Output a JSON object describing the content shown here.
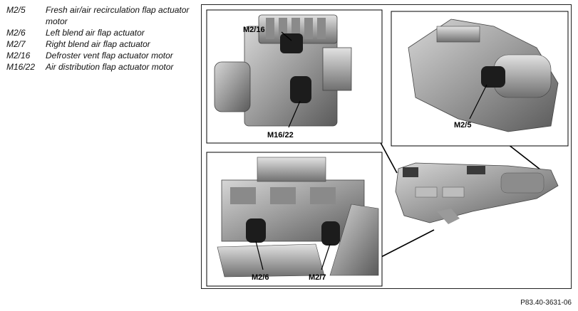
{
  "legend": {
    "items": [
      {
        "code": "M2/5",
        "desc": "Fresh air/air recirculation flap actuator motor"
      },
      {
        "code": "M2/6",
        "desc": "Left blend air flap actuator"
      },
      {
        "code": "M2/7",
        "desc": "Right blend air flap actuator"
      },
      {
        "code": "M2/16",
        "desc": "Defroster vent flap actuator motor"
      },
      {
        "code": "M16/22",
        "desc": "Air distribution flap actuator motor"
      }
    ]
  },
  "figure": {
    "callouts": {
      "m2_16": "M2/16",
      "m16_22": "M16/22",
      "m2_5": "M2/5",
      "m2_6": "M2/6",
      "m2_7": "M2/7"
    },
    "reference": "P83.40-3631-06"
  }
}
